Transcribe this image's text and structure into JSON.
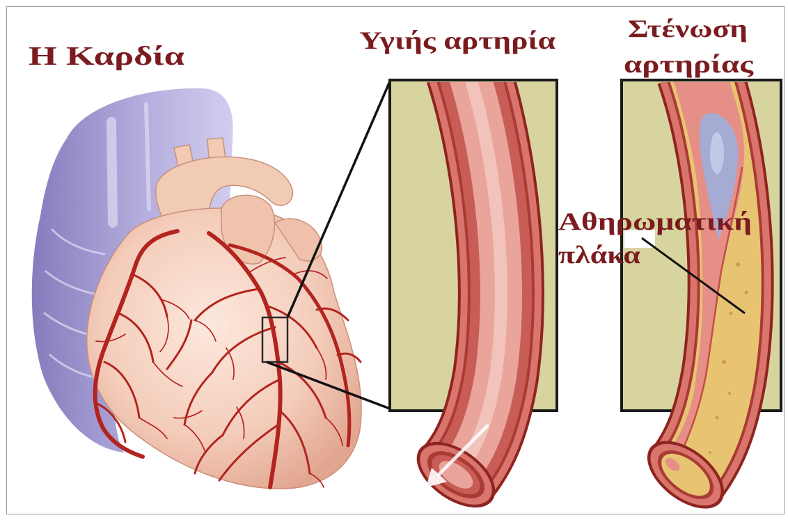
{
  "figure": {
    "heart_label": "Η Καρδία",
    "healthy_artery_label": "Υγιής αρτηρία",
    "stenosis_label": [
      "Στένωση",
      "αρτηρίας"
    ],
    "plaque_label": [
      "Αθηρωματική",
      "πλάκα"
    ]
  },
  "colors": {
    "label_text": "#7a1c1f",
    "panel_fill": "#d8d4a0",
    "coronary_artery": "#b3241f",
    "plaque": "#e8c472",
    "artery_wall": "#d9756c",
    "lumen": "#e9a59c",
    "narrowed_lumen": "#9eaedb"
  }
}
